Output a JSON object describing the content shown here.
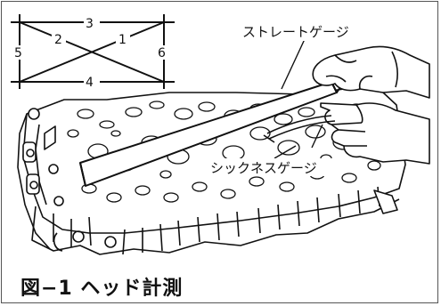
{
  "figure": {
    "caption": "図−1 ヘッド計測",
    "labels": {
      "straight_gauge": "ストレートゲージ",
      "thickness_gauge": "シックネスゲージ"
    },
    "measure_lines": [
      "1",
      "2",
      "3",
      "4",
      "5",
      "6"
    ]
  }
}
